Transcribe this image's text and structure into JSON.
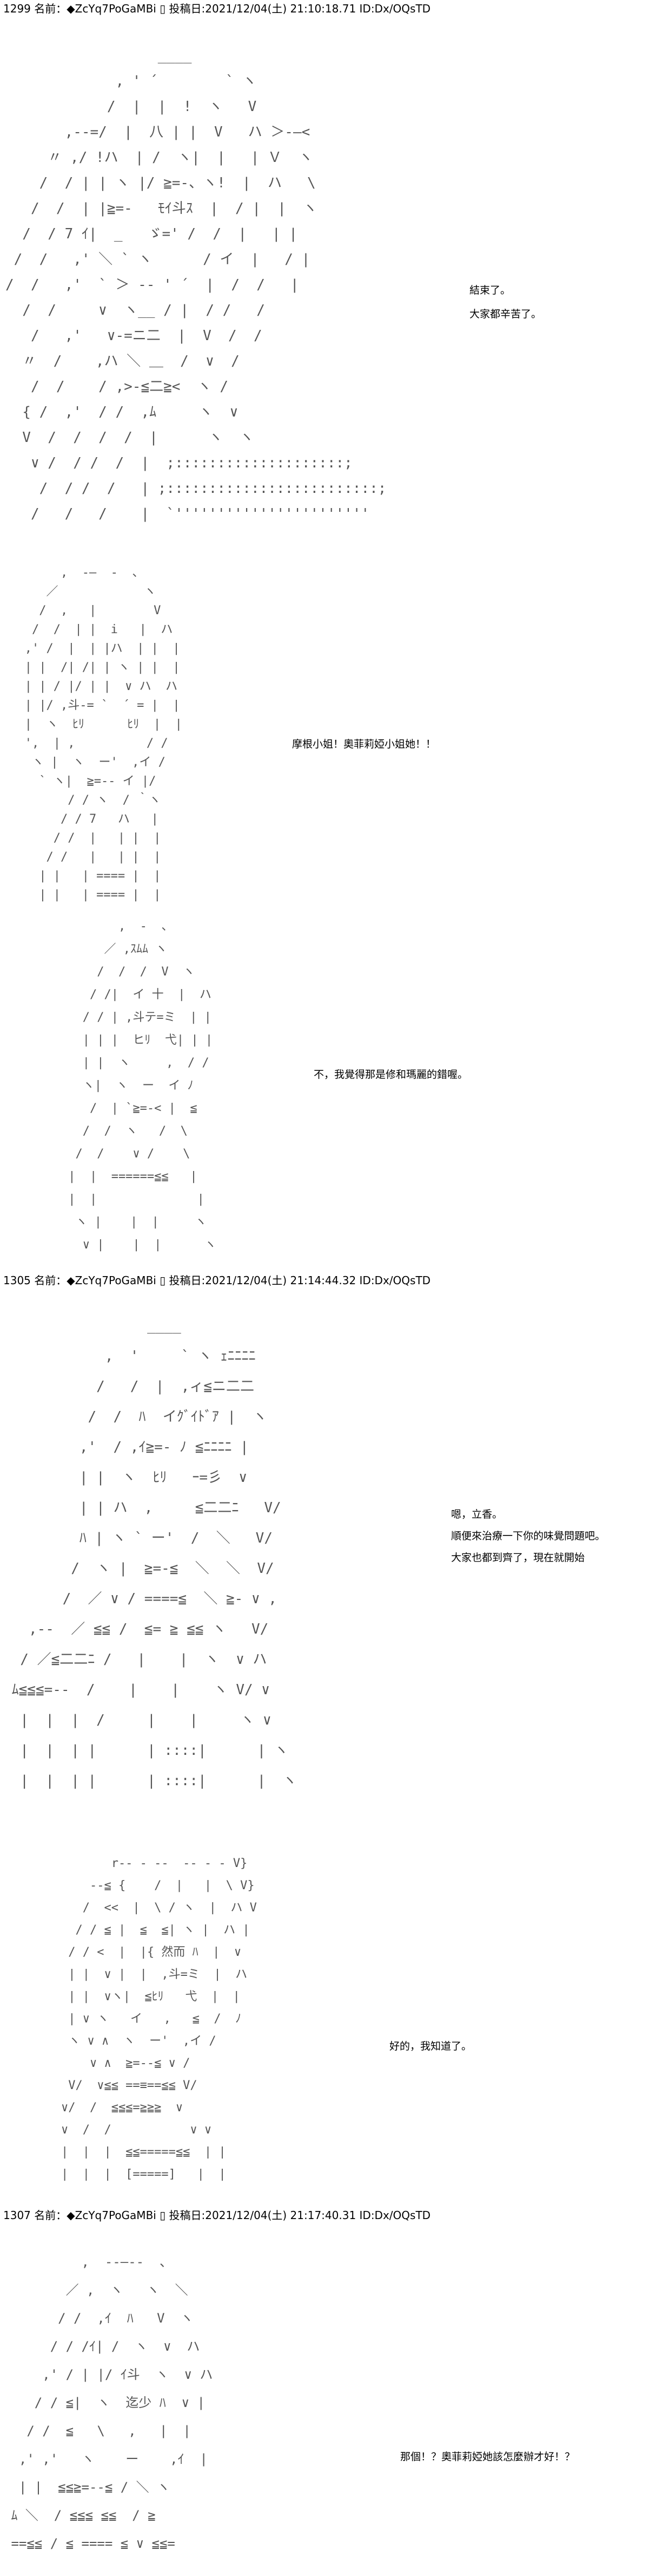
{
  "posts": [
    {
      "header": "1299 名前：◆ZcYq7PoGaMBi ▯ 投稿日:2021/12/04(土) 21:10:18.71 ID:Dx/OQsTD",
      "panels": [
        {
          "art": "                  ____\n             , ' ´        ` ヽ\n            /  |  |  !  ヽ   V\n       ,-‐=/  |  八 | |  V   ハ ＞‐―<\n     〃 ,/ !ハ  | /  ヽ|  |   | Ｖ  ヽ\n    /  / | | ヽ |/ ≧=-、ヽ!  |  ハ   \\\n   /  /  | |≧=-   ﾓｲ斗ｽ  |  / |  |  ヽ\n  /  / 7 ｲ|  _   ゞ=' /  /  |   | |\n /  /   ,' ＼ ` ヽ      / イ  |   / |\n/  /   ,'  ` ＞ -‐ ' ´  |  /  /   |\n  /  /     ∨  ヽ__ / |  / /   /\n   /   ,'   ∨-=ニ二  |  V  /  /\n  〃  /    ,ハ ＼ ＿  /  ∨  /\n   /  /    / ,>‐≦二≧<  ヽ /\n  { /  ,'  / /  ,ﾑ     ヽ  ∨\n  V  /  /  /  /  |      ヽ  ヽ\n   ∨ /  / /  /  |  ;::::::::::::::::::::;\n    /  / /  /   | ;:::::::::::::::::::::::::;\n   /   /   /    |  `'''''''''''''''''''''''",
          "lines": [
            "結束了。",
            "大家都辛苦了。"
          ]
        },
        {
          "art": "        ,  -―  -  、\n      ／            ヽ\n     /  ,   |        V\n    /  /  | |  i   |  ハ\n   ,' /  |  | |ハ  | |  |\n   | |  /| /| | ヽ | |  |\n   | | / |/ | |  ∨ ハ  ハ\n   | |/ ,斗‐= `  ´ = |  |\n   |  ヽ  ﾋﾘ      ﾋﾘ  |  |\n   ',  | ,          / /\n    ヽ |  ヽ  ー'  ,イ /\n     ` ヽ|  ≧=-‐ イ |/\n         / / ヽ  / ｀ヽ\n        / / 7   ハ   |\n       / /  |   | |  |\n      / /   |   | |  |\n     | |   | ==== |  |\n     | |   | ==== |  |",
          "lines": [
            "摩根小姐！奧菲莉婭小姐她！！"
          ]
        },
        {
          "art": "            ,  -  、\n          ／ ,ｽﾑﾑ ヽ\n         /  /  /  V  ヽ\n        / /|  イ 十  |  ハ\n       / / | ,斗テ=ミ  | |\n       | | |  ヒﾘ  弋| | |\n       | |  ヽ     ,  / /\n       ヽ|  ヽ  ー  イ ﾉ\n        /  | `≧=-< |  ≦\n       /  /  ヽ   /  \\\n      /  /    ∨ /    \\\n     |  |  ======≦≦   |\n     |  |              |\n      ヽ |    |  |     ヽ\n       ∨ |    |  |      ヽ",
          "lines": [
            "不，我覺得那是修和瑪麗的錯喔。"
          ]
        }
      ]
    },
    {
      "header": "1305 名前：◆ZcYq7PoGaMBi ▯ 投稿日:2021/12/04(土) 21:14:44.32 ID:Dx/OQsTD",
      "panels": [
        {
          "art": "                 ____\n            ,  '     ` ヽ ｪﾆﾆﾆﾆ\n           /   /  |  ,ィ≦ニ二二\n          /  /  ﾊ  イｸﾞｲﾄﾞｱ |  ヽ\n         ,'  / ,ｲ≧=- ﾉ ≦ﾆﾆﾆﾆ |\n         | |  ヽ  ﾋﾘ   ｰ=彡  ∨\n         | | ハ  ,     ≦二二ﾆ   V/\n         ﾊ | ヽ ` ー'  /  ＼   V/\n        /  ヽ |  ≧=-≦  ＼  ＼  V/\n       /  ／ ∨ / ====≦  ＼ ≧- ∨ ,\n   ,-‐  ／ ≦≦ /  ≦= ≧ ≦≦ ヽ   V/\n  / ／≦二二ﾆ /   |    |  ヽ  ∨ ハ\n ﾑ≦≦≦=--  /    |    |    ヽ V/ ∨\n  |  |  |  /     |    |     ヽ ∨\n  |  |  | |      | ::::|      | ヽ\n  |  |  | |      | ::::|      |  ヽ",
          "lines": [
            "嗯，立香。",
            "順便來治療一下你的味覺問題吧。",
            "大家也都到齊了，現在就開始"
          ]
        },
        {
          "art": "           r-‐ ‐ --  -- ‐ ‐ V}\n        --≦ {    /  |   |  \\ V}\n       /  <<  |  \\ / ヽ  |  ハ V\n      / / ≦ |  ≦  ≦| ヽ |  ハ |\n     / / <  |  |{ 然而 ﾊ  |  ∨\n     | |  ∨ |  |  ,斗=ミ  |  ハ\n     | |  ∨ヽ|  ≦ﾋﾘ   弋  |  |\n     | ∨ ヽ   イ   ,   ≦  /  ﾉ\n     ヽ ∨ ∧  ヽ  ー'  ,イ /\n        ∨ ∧  ≧=-‐≦ ∨ /\n     V/  ∨≦≦ ==≡==≦≦ V/\n    ∨/  /  ≦≦≦=≧≧≧  ∨\n    ∨  /  /           ∨ ∨\n    |  |  |  ≦≦=====≦≦  | |\n    |  |  |  [=====]   |  |",
          "lines": [
            "好的，我知道了。"
          ]
        }
      ]
    },
    {
      "header": "1307 名前：◆ZcYq7PoGaMBi ▯ 投稿日:2021/12/04(土) 21:17:40.31 ID:Dx/OQsTD",
      "panels": [
        {
          "art": "          ,  -‐―‐-  、\n        ／ ,  ヽ   ヽ  ＼\n       / /  ,ｲ  ﾊ   V  ヽ\n      / / /ｲ| /  ヽ  ∨  ハ\n     ,' / | |/ ｲ斗  ヽ  ∨ ハ\n    / / ≦|  ヽ  迄少 ﾊ  ∨ |\n   / /  ≦   \\   ,   |  |\n  ,' ,'   ヽ    ー    ,ｲ  |\n  | |  ≦≦≧=-‐≦ / ＼ ヽ\n ﾑ ＼  / ≦≦≦ ≦≦  / ≧\n ==≦≦ / ≦ ==== ≦ ∨ ≦≦=",
          "lines": [
            "那個！？奧菲莉婭她該怎麼辦才好！？"
          ]
        }
      ]
    }
  ]
}
